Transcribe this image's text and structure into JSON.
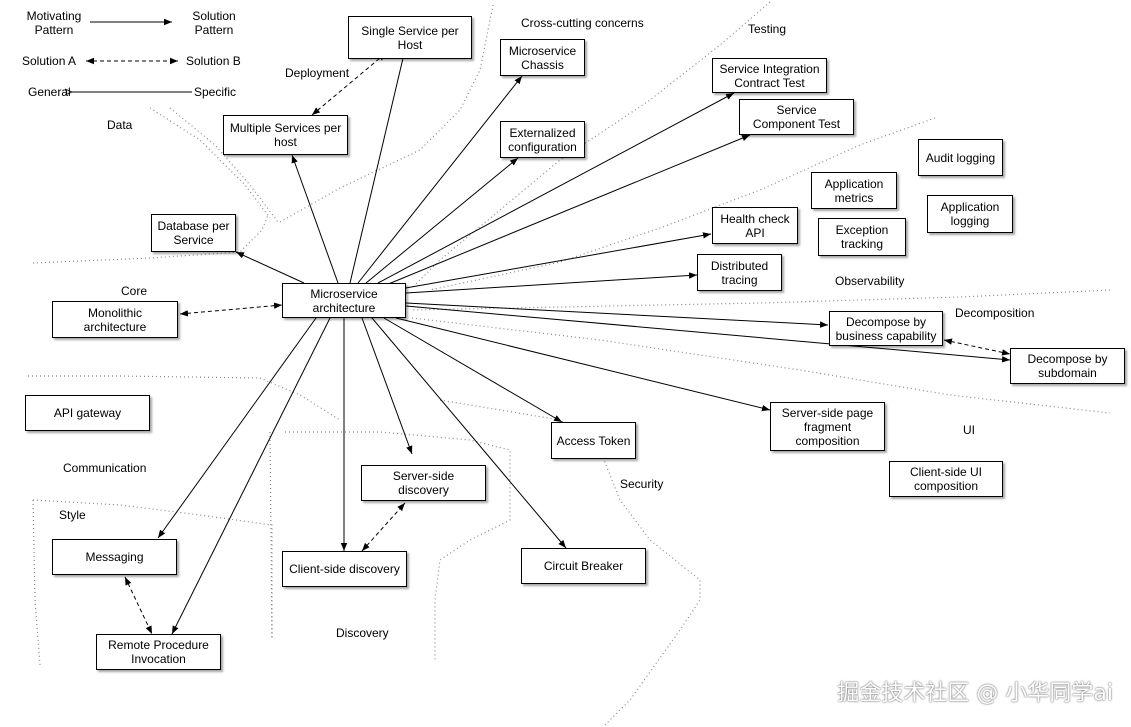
{
  "legend": {
    "motivating": "Motivating Pattern",
    "solution": "Solution Pattern",
    "solution_a": "Solution A",
    "solution_b": "Solution B",
    "general": "General",
    "specific": "Specific"
  },
  "regions": {
    "data": "Data",
    "deployment": "Deployment",
    "cross_cutting": "Cross-cutting concerns",
    "testing": "Testing",
    "core": "Core",
    "observability": "Observability",
    "decomposition": "Decomposition",
    "ui": "UI",
    "communication": "Communication",
    "style": "Style",
    "security": "Security",
    "discovery": "Discovery"
  },
  "nodes": {
    "microservice": "Microservice architecture",
    "single_service": "Single Service per Host",
    "multiple_services": "Multiple Services per host",
    "chassis": "Microservice Chassis",
    "ext_config": "Externalized configuration",
    "integration_test": "Service Integration Contract Test",
    "component_test": "Service Component Test",
    "audit_logging": "Audit logging",
    "app_metrics": "Application metrics",
    "app_logging": "Application logging",
    "health_check": "Health check API",
    "exception_tracking": "Exception tracking",
    "distributed_tracing": "Distributed tracing",
    "db_per_service": "Database per Service",
    "monolith": "Monolithic architecture",
    "decompose_business": "Decompose by business capability",
    "decompose_subdomain": "Decompose by subdomain",
    "api_gateway": "API gateway",
    "access_token": "Access Token",
    "ssr_fragment": "Server-side page fragment composition",
    "client_ui": "Client-side UI composition",
    "server_discovery": "Server-side discovery",
    "client_discovery": "Client-side discovery",
    "circuit_breaker": "Circuit Breaker",
    "messaging": "Messaging",
    "rpi": "Remote Procedure Invocation"
  },
  "watermark": "掘金技术社区 @ 小华同学ai"
}
